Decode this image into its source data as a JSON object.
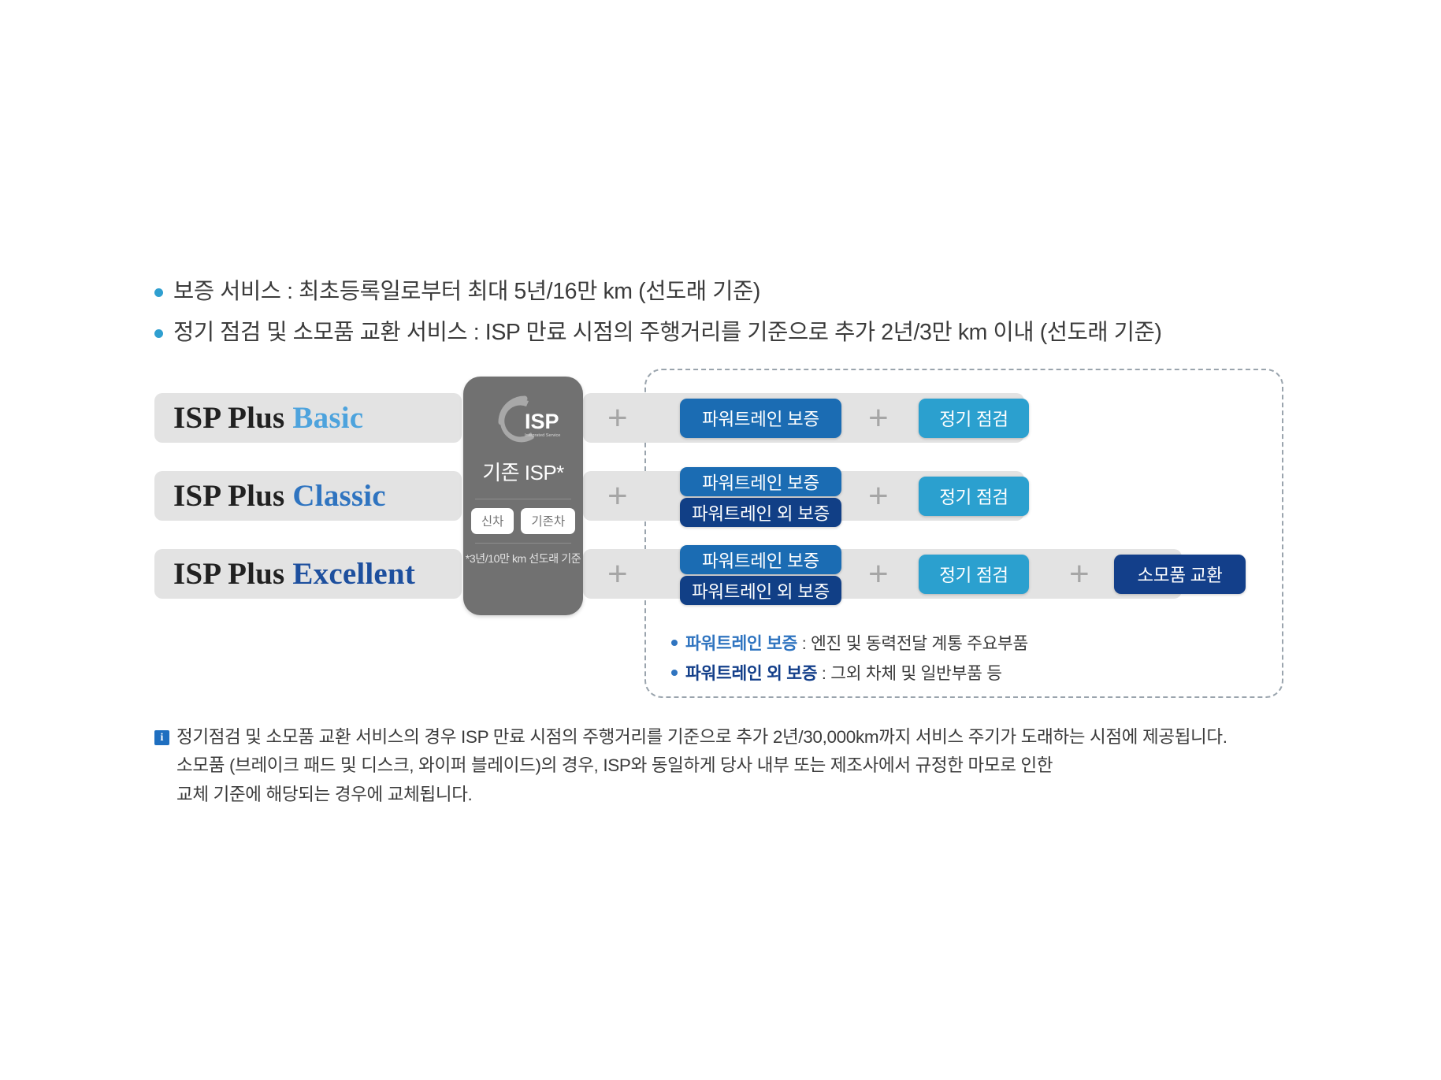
{
  "top_bullets": [
    "보증 서비스 : 최초등록일로부터 최대 5년/16만 km (선도래 기준)",
    "정기 점검 및 소모품 교환 서비스 : ISP 만료 시점의 주행거리를 기준으로 추가 2년/3만 km 이내 (선도래 기준)"
  ],
  "plans": [
    {
      "prefix": "ISP Plus",
      "tier": "Basic"
    },
    {
      "prefix": "ISP Plus",
      "tier": "Classic"
    },
    {
      "prefix": "ISP Plus",
      "tier": "Excellent"
    }
  ],
  "isp_card": {
    "logo_text": "ISP",
    "logo_subtitle": "Integrated Service Package",
    "title": "기존 ISP*",
    "chips": [
      "신차",
      "기존차"
    ],
    "footnote": "*3년/10만 km 선도래 기준"
  },
  "plus_symbol": "+",
  "services": {
    "powertrain": "파워트레인 보증",
    "non_powertrain": "파워트레인 외 보증",
    "inspection": "정기 점검",
    "consumable": "소모품 교환"
  },
  "inner_bullets": [
    {
      "label": "파워트레인 보증",
      "sep": " : ",
      "desc": "엔진 및 동력전달 계통 주요부품"
    },
    {
      "label": "파워트레인 외 보증",
      "sep": " : ",
      "desc": "그외 차체 및 일반부품 등"
    }
  ],
  "bottom_note": {
    "icon": "info-icon",
    "icon_glyph": "i",
    "lines": [
      "정기점검 및 소모품 교환 서비스의 경우 ISP 만료 시점의 주행거리를 기준으로 추가 2년/30,000km까지 서비스 주기가 도래하는 시점에 제공됩니다.",
      "소모품 (브레이크 패드 및 디스크, 와이퍼 블레이드)의 경우, ISP와 동일하게 당사 내부 또는 제조사에서 규정한 마모로 인한",
      "교체 기준에 해당되는 경우에 교체됩니다."
    ]
  },
  "colors": {
    "powertrain": "#1b6cb3",
    "non_powertrain": "#113f86",
    "inspection": "#2ba0cf",
    "consumable": "#133f8a",
    "card_grey": "#717171",
    "track_grey": "#e3e3e3",
    "bullet_blue": "#2f9fd0",
    "tier_basic": "#4da3dd",
    "tier_classic": "#2f74c0",
    "tier_excellent": "#1d4f9e"
  }
}
